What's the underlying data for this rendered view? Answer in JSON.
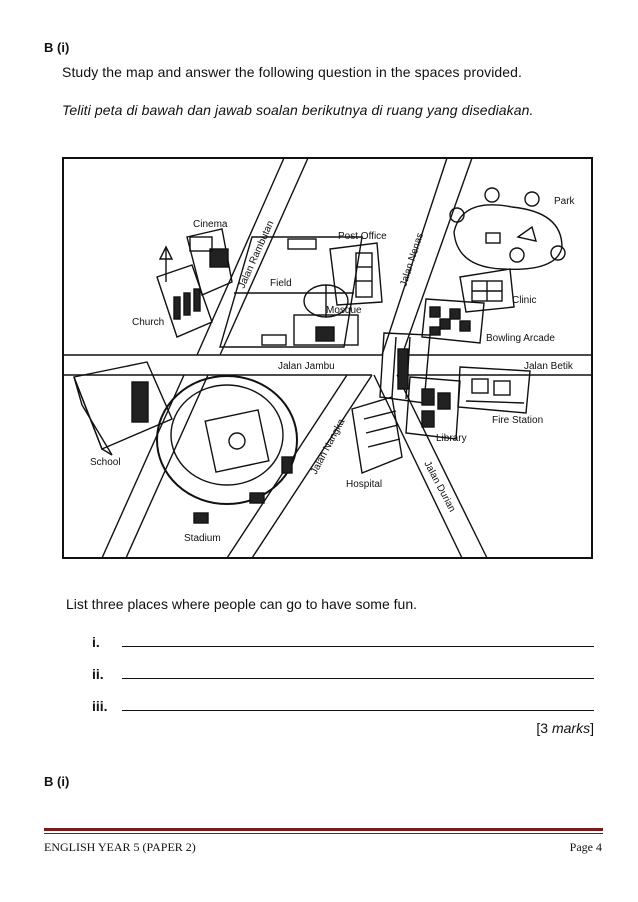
{
  "section_label_top": "B (i)",
  "instruction_en": "Study the map and answer the following question in the spaces provided.",
  "instruction_ms": "Teliti peta di bawah dan jawab soalan berikutnya di ruang yang disediakan.",
  "map": {
    "labels": {
      "cinema": "Cinema",
      "post_office": "Post Office",
      "park": "Park",
      "field": "Field",
      "church": "Church",
      "mosque": "Mosque",
      "clinic": "Clinic",
      "bowling": "Bowling Arcade",
      "jalan_jambu": "Jalan Jambu",
      "jalan_betik": "Jalan Betik",
      "fire_station": "Fire Station",
      "school": "School",
      "library": "Library",
      "hospital": "Hospital",
      "stadium": "Stadium",
      "jalan_rambutan": "Jalan Rambutan",
      "jalan_nenas": "Jalan Nenas",
      "jalan_nangka": "Jalan Nangka",
      "jalan_durian": "Jalan Durian"
    }
  },
  "question": "List three places where people can go to have some fun.",
  "answers": [
    {
      "num": "i.",
      "value": ""
    },
    {
      "num": "ii.",
      "value": ""
    },
    {
      "num": "iii.",
      "value": ""
    }
  ],
  "marks_open": "[3 ",
  "marks_word": "marks",
  "marks_close": "]",
  "section_label_bottom": "B (i)",
  "footer": {
    "left": "ENGLISH YEAR 5 (PAPER 2)",
    "right": "Page 4"
  }
}
